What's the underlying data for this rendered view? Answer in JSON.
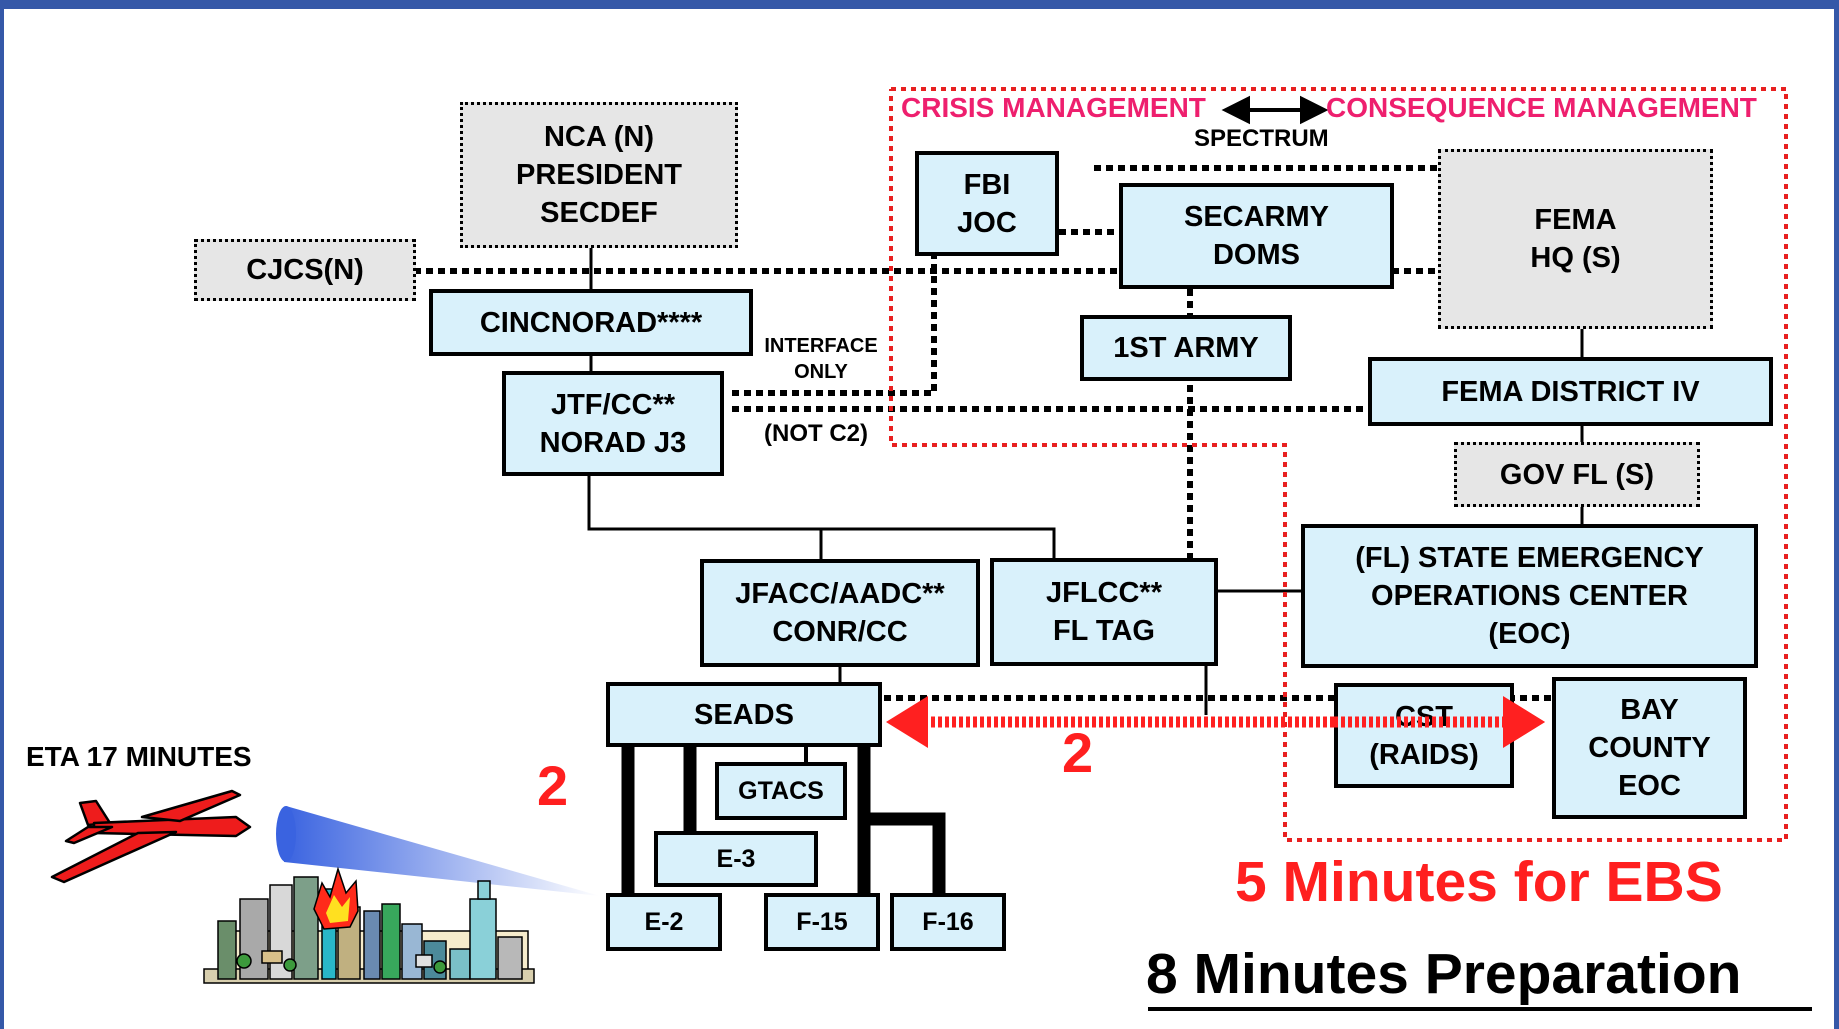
{
  "colors": {
    "frame": "#3558a8",
    "box_fill": "#d9f1fb",
    "dotted_box_fill": "#e6e6e6",
    "alert_red": "#ff1f1f",
    "crisis_pink": "#ee1f6e"
  },
  "nodes": {
    "nca": "NCA (N)\nPRESIDENT\nSECDEF",
    "cjcs": "CJCS(N)",
    "cincnorad": "CINCNORAD****",
    "jtf": "JTF/CC**\nNORAD J3",
    "fbi": "FBI\nJOC",
    "secarmy": "SECARMY\nDOMS",
    "army1": "1ST ARMY",
    "fema_hq": "FEMA\nHQ (S)",
    "fema_d4": "FEMA DISTRICT IV",
    "gov_fl": "GOV FL (S)",
    "state_eoc": "(FL) STATE EMERGENCY\nOPERATIONS CENTER\n(EOC)",
    "jfacc": "JFACC/AADC**\nCONR/CC",
    "jflcc": "JFLCC**\nFL TAG",
    "seads": "SEADS",
    "gtacs": "GTACS",
    "e3": "E-3",
    "e2": "E-2",
    "f15": "F-15",
    "f16": "F-16",
    "cst": "CST\n(RAIDS)",
    "bay": "BAY\nCOUNTY\nEOC"
  },
  "labels": {
    "crisis": "CRISIS MANAGEMENT",
    "consequence": "CONSEQUENCE MANAGEMENT",
    "spectrum": "SPECTRUM",
    "interface": "INTERFACE\nONLY",
    "notc2": "(NOT C2)",
    "eta": "ETA 17 MINUTES",
    "num_left": "2",
    "num_mid": "2",
    "ebs": "5 Minutes for EBS",
    "prep": "8 Minutes Preparation"
  }
}
